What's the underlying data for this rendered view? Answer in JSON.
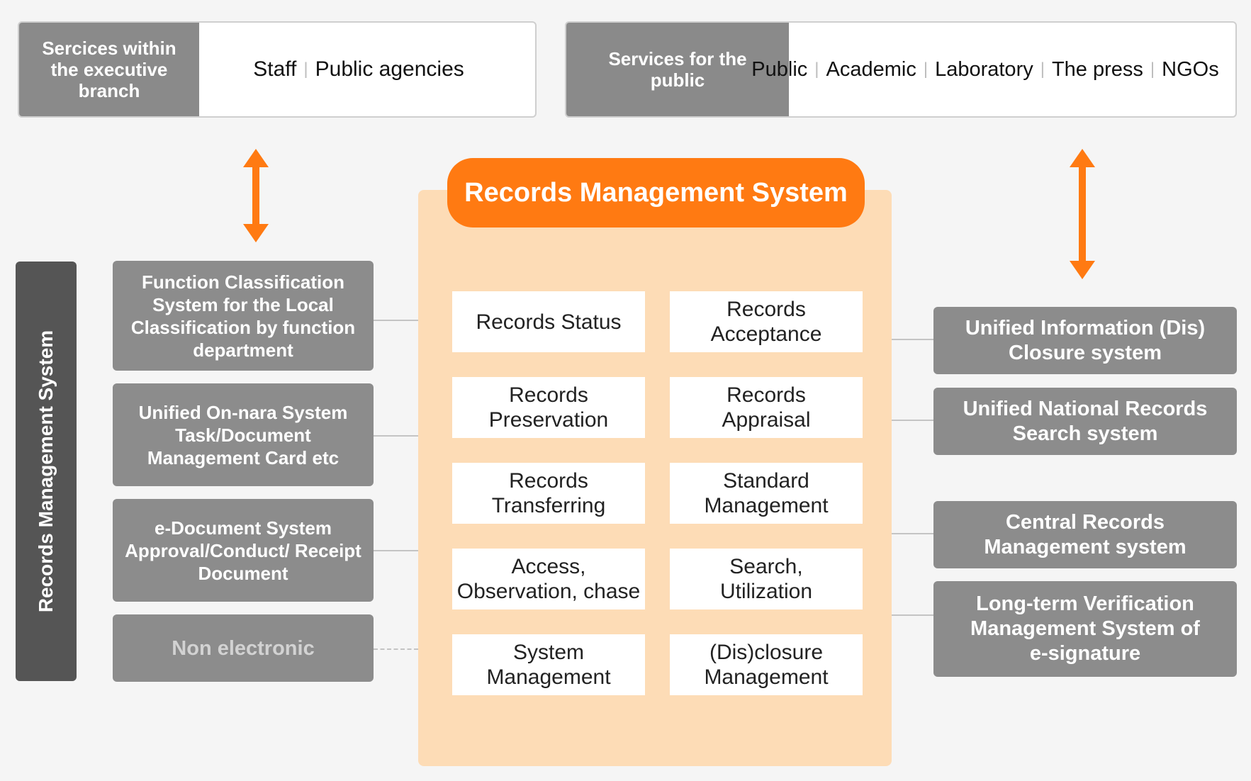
{
  "executive_services": {
    "header": "Sercices within the executive branch",
    "items": [
      "Staff",
      "Public agencies"
    ]
  },
  "public_services": {
    "header": "Services for the public",
    "items": [
      "Public",
      "Academic",
      "Laboratory",
      "The press",
      "NGOs"
    ]
  },
  "side_label": "Records Management System",
  "center": {
    "title": "Records Management System",
    "modules": [
      "Records Status",
      "Records Acceptance",
      "Records Preservation",
      "Records Appraisal",
      "Records Transferring",
      "Standard Management",
      "Access, Observation, chase",
      "Search, Utilization",
      "System Management",
      "(Dis)closure Management"
    ]
  },
  "left_systems": [
    "Function Classification System for the Local Classification by function department",
    "Unified On-nara System Task/Document Management Card etc",
    "e-Document System Approval/Conduct/ Receipt Document",
    "Non electronic"
  ],
  "right_systems": [
    "Unified Information (Dis) Closure system",
    "Unified National Records Search system",
    "Central Records Management system",
    "Long-term Verification Management System of e-signature"
  ],
  "colors": {
    "accent": "#ff7a12",
    "panel": "#fddcb6",
    "box": "#8c8c8c",
    "side_bar": "#555555"
  }
}
